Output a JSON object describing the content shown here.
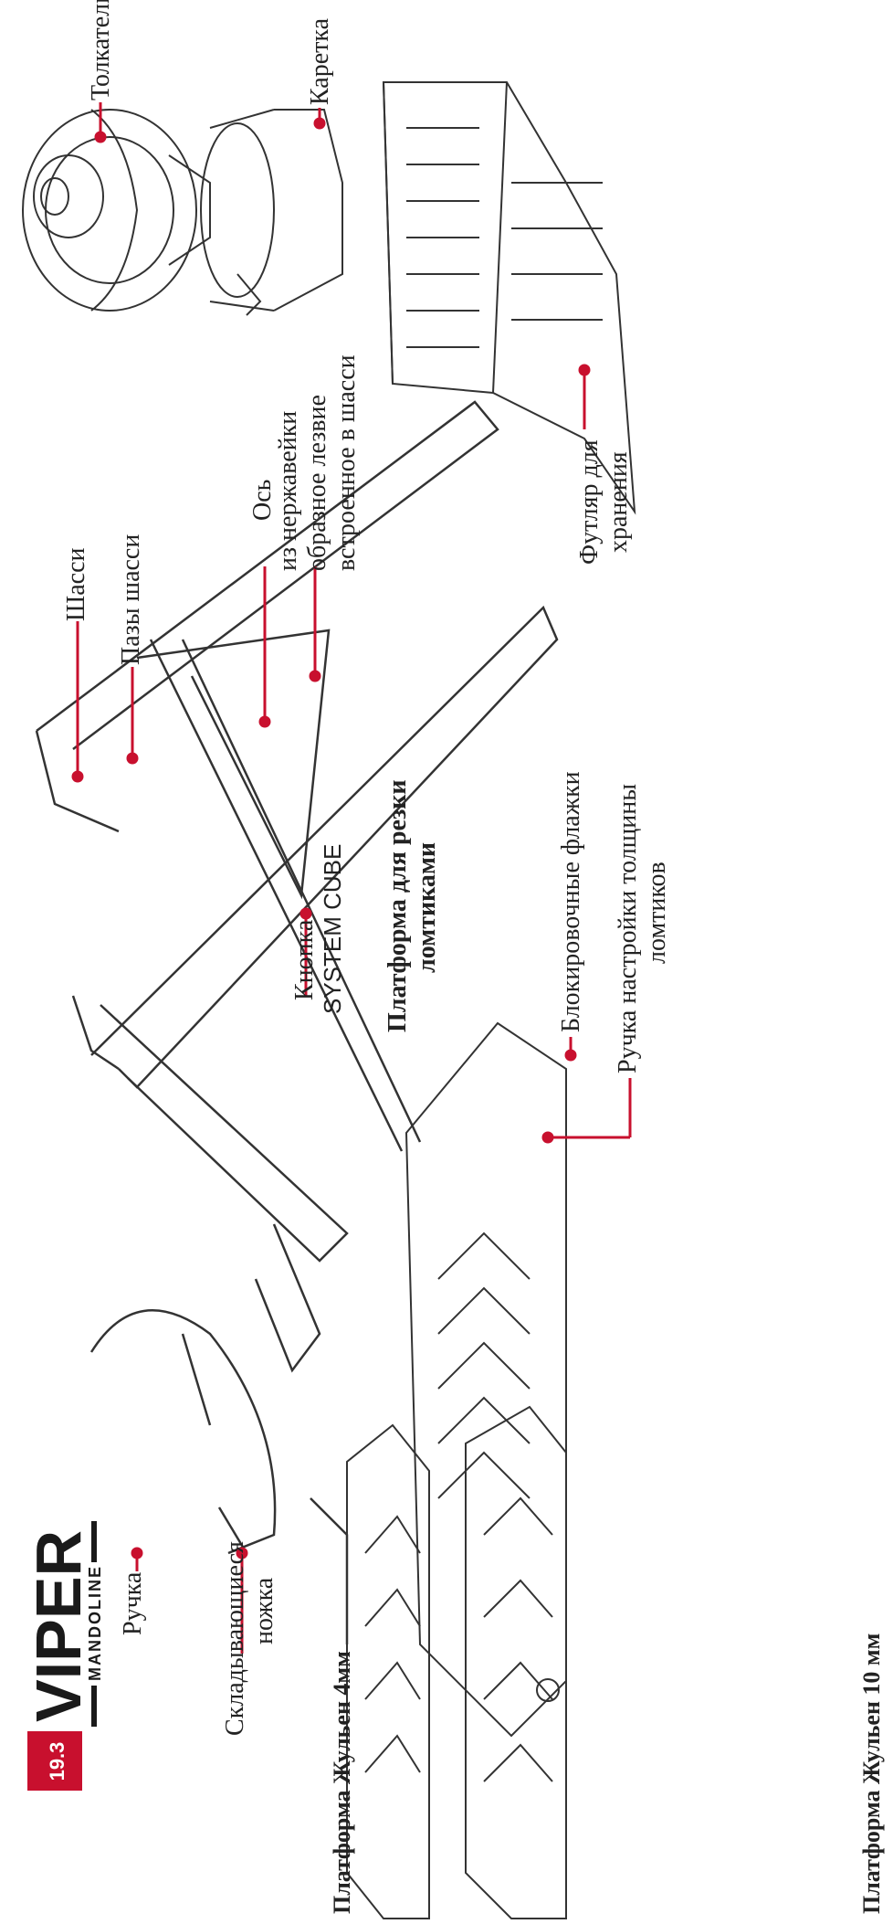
{
  "logo": {
    "brand": "VIPER",
    "sub": "MANDOLINE",
    "badge": "19.3"
  },
  "colors": {
    "leader": "#c8102e",
    "line": "#333333",
    "brand_red": "#c8102e",
    "brand_dark": "#1a1a1a"
  },
  "labels": {
    "pusher": "Толкатель",
    "carriage": "Каретка",
    "chassis": "Шасси",
    "chassis_slots": "Пазы шасси",
    "axle": "Ось",
    "blade_1": "из нержавейки",
    "blade_2": "образное лезвие",
    "blade_3": "встроенное в шасси",
    "case_1": "Футляр для",
    "case_2": "хранения",
    "lock_flags": "Блокировочные флажки",
    "knob_1": "Ручка настройки толщины",
    "knob_2": "ломтиков",
    "button_1": "Кнопка",
    "button_2": "SYSTEM CUBE",
    "slice_platform_1": "Платформа для резки",
    "slice_platform_2": "ломтиками",
    "handle": "Ручка",
    "legs_1": "Складывающиеся",
    "legs_2": "ножка",
    "julienne4": "Платформа Жульен 4мм",
    "julienne10": "Платформа Жульен 10 мм"
  }
}
